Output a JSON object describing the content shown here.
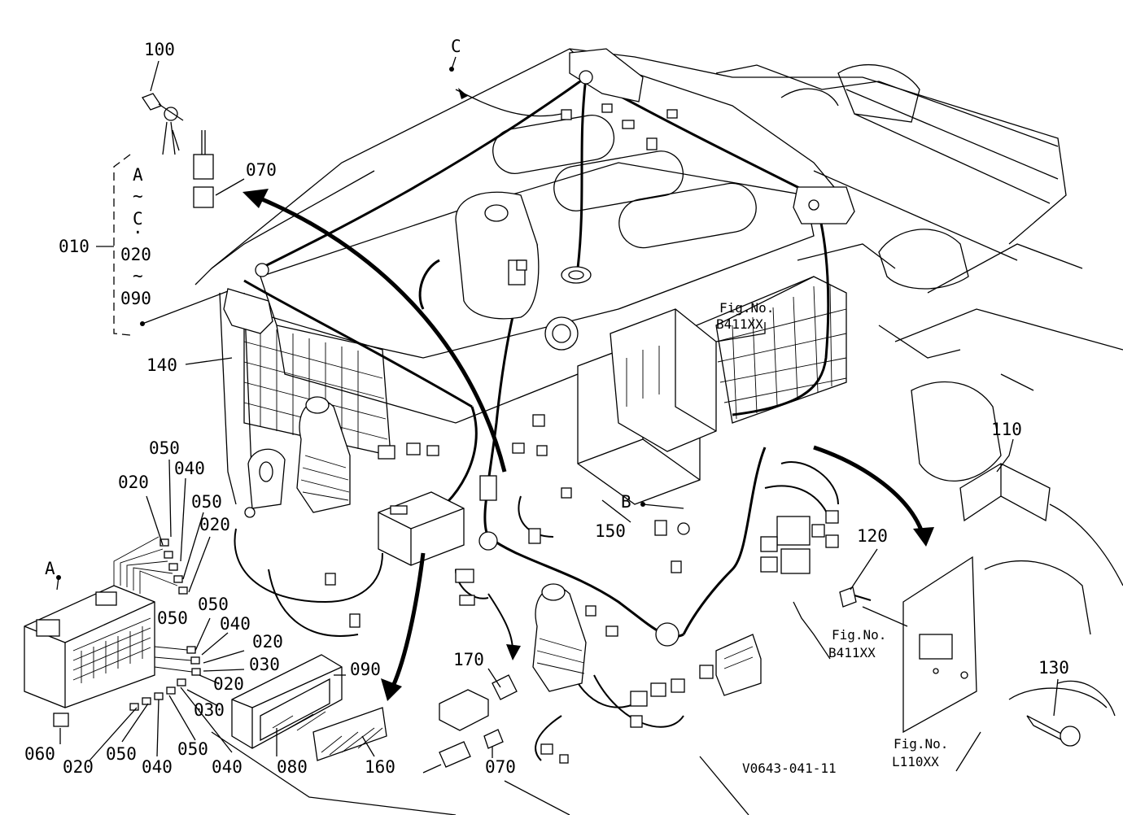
{
  "labels": {
    "l100": "100",
    "lC": "C",
    "l070a": "070",
    "l010": "010",
    "bracketA": "A",
    "bracketTilde1": "~",
    "bracketC": "C",
    "bracketDot": "·",
    "bracket020": "020",
    "bracketTilde2": "~",
    "bracket090": "090",
    "l140": "140",
    "fig1a": "Fig.No.",
    "fig1b": "B411XX",
    "l110": "110",
    "lB": "B",
    "l150": "150",
    "l120": "120",
    "fig2a": "Fig.No.",
    "fig2b": "B411XX",
    "l130": "130",
    "fig3a": "Fig.No.",
    "fig3b": "L110XX",
    "l050a": "050",
    "l040a": "040",
    "l020a": "020",
    "l050b": "050",
    "l020b": "020",
    "lA": "A",
    "l050c": "050",
    "l050d": "050",
    "l040b": "040",
    "l020c": "020",
    "l030a": "030",
    "l020d": "020",
    "l030b": "030",
    "l090": "090",
    "l170": "170",
    "l060": "060",
    "l020e": "020",
    "l050e": "050",
    "l040c": "040",
    "l050f": "050",
    "l040d": "040",
    "l080": "080",
    "l160": "160",
    "l070b": "070",
    "code": "V0643-041-11"
  }
}
